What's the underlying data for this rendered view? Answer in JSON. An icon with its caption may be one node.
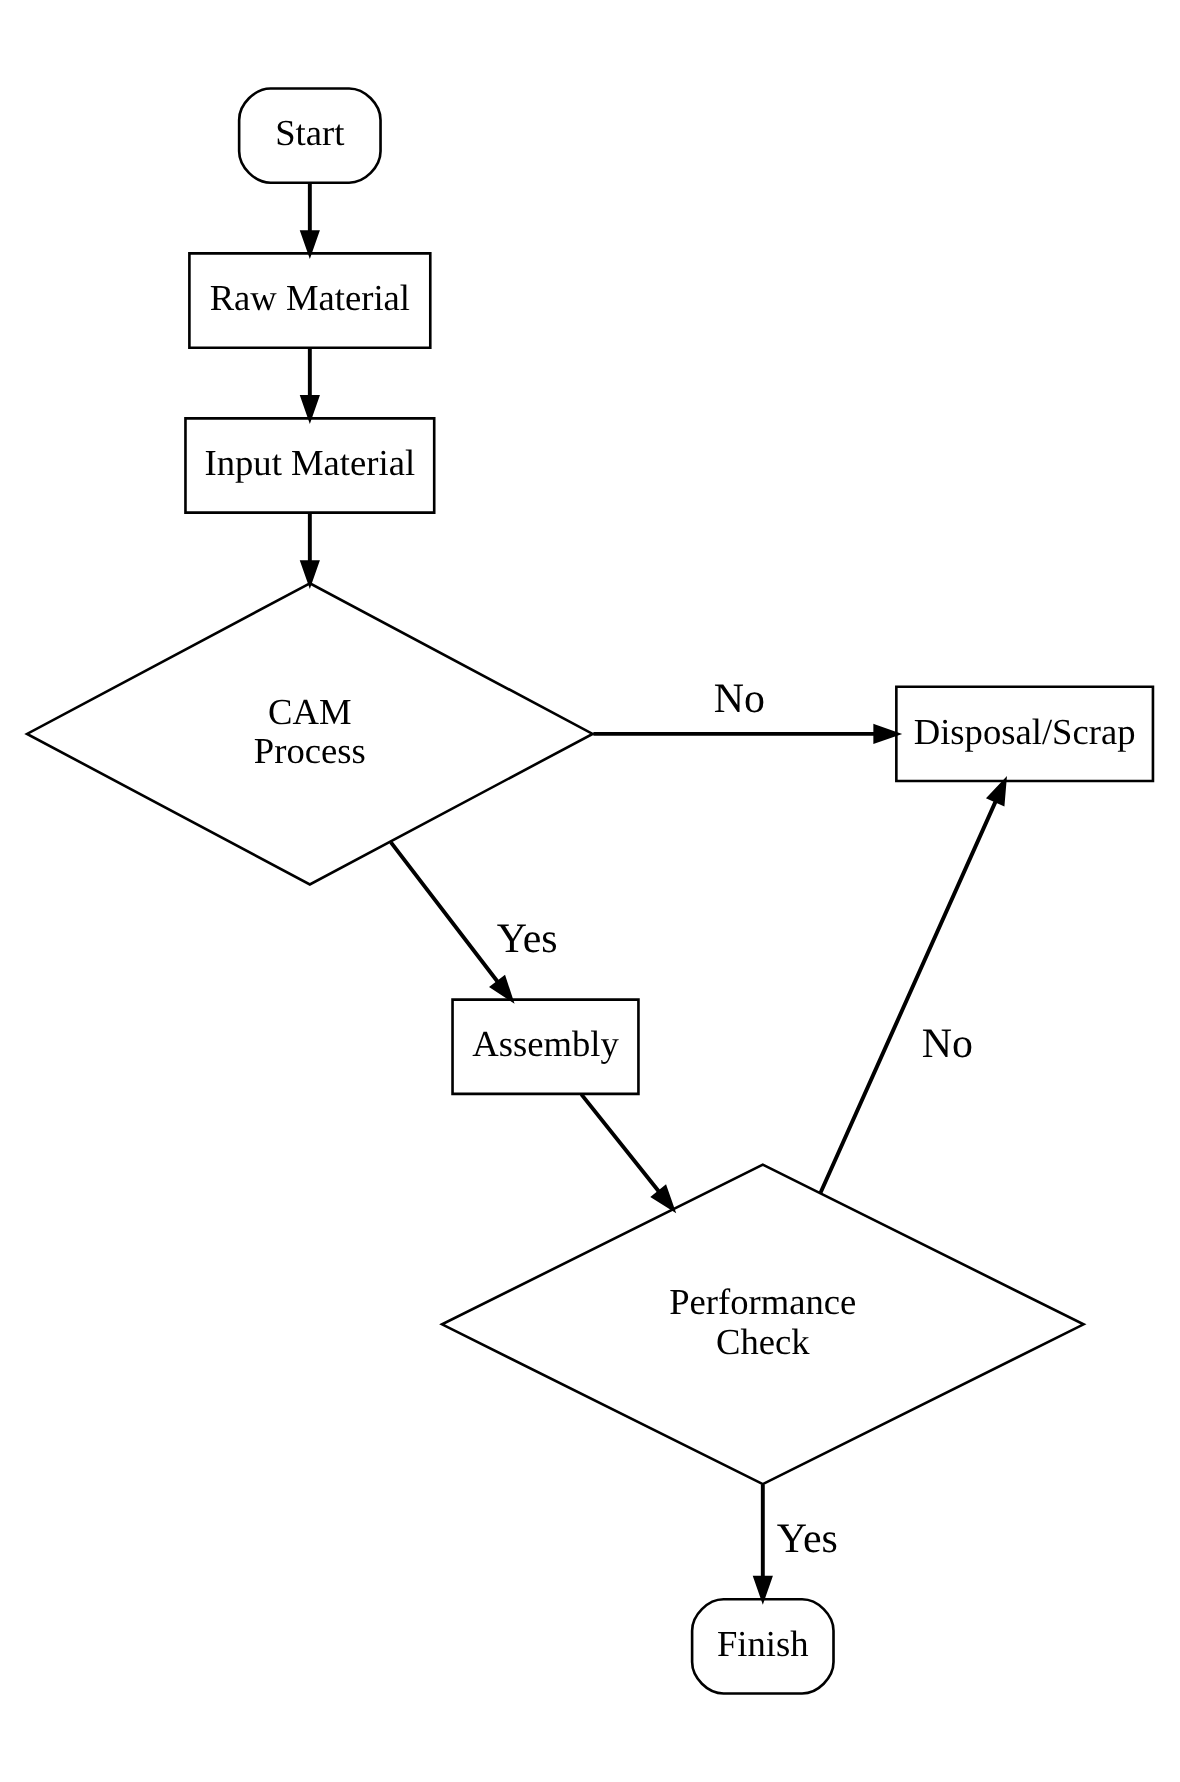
{
  "diagram": {
    "nodes": [
      {
        "text": [
          "Start"
        ]
      },
      {
        "text": [
          "Raw Material"
        ]
      },
      {
        "text": [
          "Input Material"
        ]
      },
      {
        "text": [
          "CAM Process"
        ]
      },
      {
        "text": [
          "Disposal/Scrap"
        ]
      },
      {
        "text": [
          "Assembly"
        ]
      },
      {
        "text": [
          "Performance Check"
        ]
      },
      {
        "text": [
          "Finish"
        ]
      }
    ],
    "edges": [
      {
        "from": 0,
        "to": 1,
        "arrow": "to"
      },
      {
        "from": 1,
        "to": 2,
        "arrow": "to"
      },
      {
        "from": 2,
        "to": 3,
        "arrow": "to"
      },
      {
        "from": 3,
        "to": 4,
        "arrow": "to",
        "label": "No"
      },
      {
        "from": 3,
        "to": 5,
        "arrow": "to",
        "label": "Yes"
      },
      {
        "from": 5,
        "to": 6,
        "arrow": "to"
      },
      {
        "from": 6,
        "to": 4,
        "arrow": "to",
        "label": "No"
      },
      {
        "from": 6,
        "to": 7,
        "arrow": "to",
        "label": "Yes"
      }
    ]
  }
}
